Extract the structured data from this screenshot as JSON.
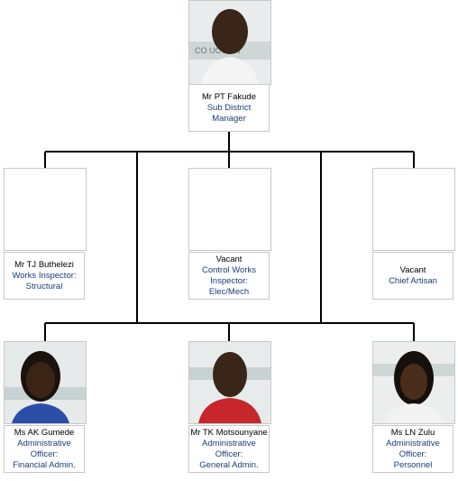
{
  "chart": {
    "root": {
      "name": "Mr PT Fakude",
      "title_lines": [
        "Sub District",
        "Manager"
      ],
      "photo": "portrait-photo"
    },
    "level2": [
      {
        "name": "Mr TJ Buthelezi",
        "title_lines": [
          "Works Inspector:",
          "Structural"
        ],
        "photo": "empty"
      },
      {
        "name": "Vacant",
        "title_lines": [
          "Control Works",
          "Inspector:",
          "Elec/Mech"
        ],
        "photo": "empty"
      },
      {
        "name": "Vacant",
        "title_lines": [
          "Chief Artisan"
        ],
        "photo": "empty"
      }
    ],
    "level3": [
      {
        "name": "Ms AK Gumede",
        "title_lines": [
          "Administrative",
          "Officer:",
          "Financial Admin."
        ],
        "photo": "portrait-photo"
      },
      {
        "name": "Mr TK Motsounyane",
        "title_lines": [
          "Administrative",
          "Officer:",
          "General Admin."
        ],
        "photo": "portrait-photo"
      },
      {
        "name": "Ms LN Zulu",
        "title_lines": [
          "Administrative",
          "Officer:",
          "Personnel"
        ],
        "photo": "portrait-photo"
      }
    ]
  },
  "colors": {
    "name_text": "#000000",
    "title_text": "#1a3d7a",
    "border": "#c8c8c8",
    "connector": "#000000"
  }
}
